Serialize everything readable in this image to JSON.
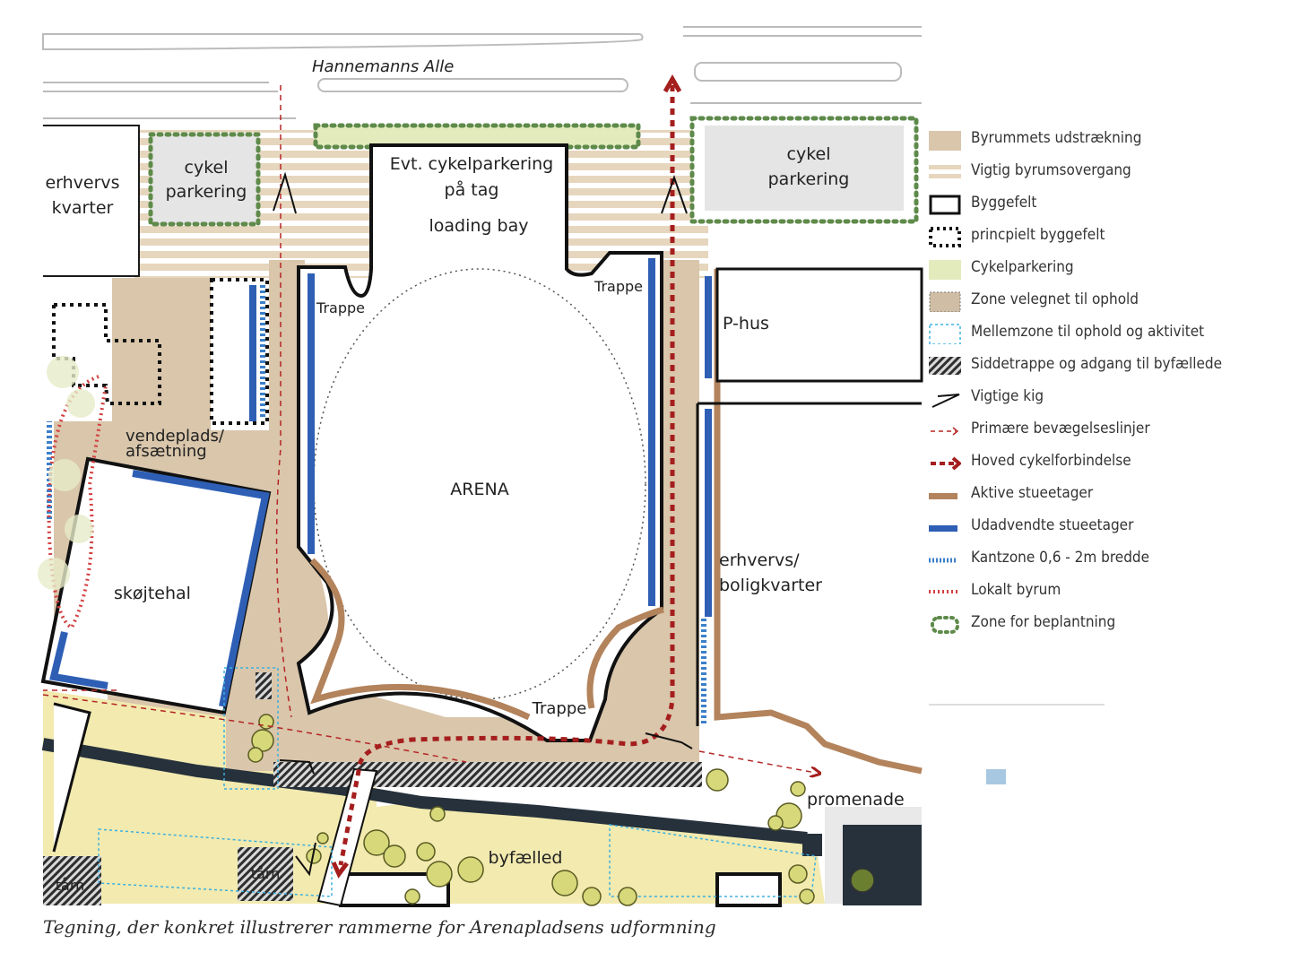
{
  "map": {
    "street": "Hannemanns Alle",
    "labels": {
      "erhvervs_kvarter_1": "erhvervs",
      "erhvervs_kvarter_2": "kvarter",
      "cykel_left_1": "cykel",
      "cykel_left_2": "parkering",
      "cykel_right_1": "cykel",
      "cykel_right_2": "parkering",
      "roof_1": "Evt. cykelparkering",
      "roof_2": "på tag",
      "loading_bay": "loading bay",
      "trappe_left": "Trappe",
      "trappe_right": "Trappe",
      "trappe_bottom": "Trappe",
      "arena": "ARENA",
      "p_hus": "P-hus",
      "vendeplads_1": "vendeplads/",
      "vendeplads_2": "afsætning",
      "skojtehal": "skøjtehal",
      "erhvervs_bolig_1": "erhvervs/",
      "erhvervs_bolig_2": "boligkvarter",
      "promenade": "promenade",
      "byfaelled": "byfælled",
      "taarn_left": "tårn",
      "taarn_right": "tårn"
    }
  },
  "legend": [
    {
      "icon": "byrum-extent-icon",
      "label": "Byrummets udstrækning"
    },
    {
      "icon": "byrum-transition-icon",
      "label": "Vigtig byrumsovergang"
    },
    {
      "icon": "building-field-icon",
      "label": "Byggefelt"
    },
    {
      "icon": "principal-building-field-icon",
      "label": "princpielt byggefelt"
    },
    {
      "icon": "bike-parking-icon",
      "label": "Cykelparkering"
    },
    {
      "icon": "stay-zone-icon",
      "label": "Zone velegnet til ophold"
    },
    {
      "icon": "intermediate-zone-icon",
      "label": "Mellemzone til ophold og aktivitet"
    },
    {
      "icon": "stair-access-icon",
      "label": "Siddetrappe og adgang til byfællede"
    },
    {
      "icon": "view-icon",
      "label": "Vigtige kig"
    },
    {
      "icon": "movement-line-icon",
      "label": "Primære bevægelseslinjer"
    },
    {
      "icon": "main-bike-route-icon",
      "label": "Hoved cykelforbindelse"
    },
    {
      "icon": "active-ground-floor-icon",
      "label": "Aktive stueetager"
    },
    {
      "icon": "outward-ground-floor-icon",
      "label": "Udadvendte stueetager"
    },
    {
      "icon": "edge-zone-icon",
      "label": "Kantzone 0,6 - 2m bredde"
    },
    {
      "icon": "local-space-icon",
      "label": "Lokalt byrum"
    },
    {
      "icon": "planting-zone-icon",
      "label": "Zone for beplantning"
    }
  ],
  "caption": "Tegning, der konkret illustrerer rammerne for Arenapladsens  udformning",
  "colors": {
    "byrum": "#d9c6ab",
    "zone_ophold": "#cfbda5",
    "cykel": "#e3ebbd",
    "byfaelled": "#f2eaaf",
    "active": "#b3835c",
    "outward": "#2e5fb5",
    "edge": "#3c7fc8",
    "movement": "#b52525",
    "planting": "#5e8a4a",
    "building_dark": "#26313c",
    "parking_gray": "#e5e5e5",
    "stair_hatch": "#3a3a3a"
  }
}
